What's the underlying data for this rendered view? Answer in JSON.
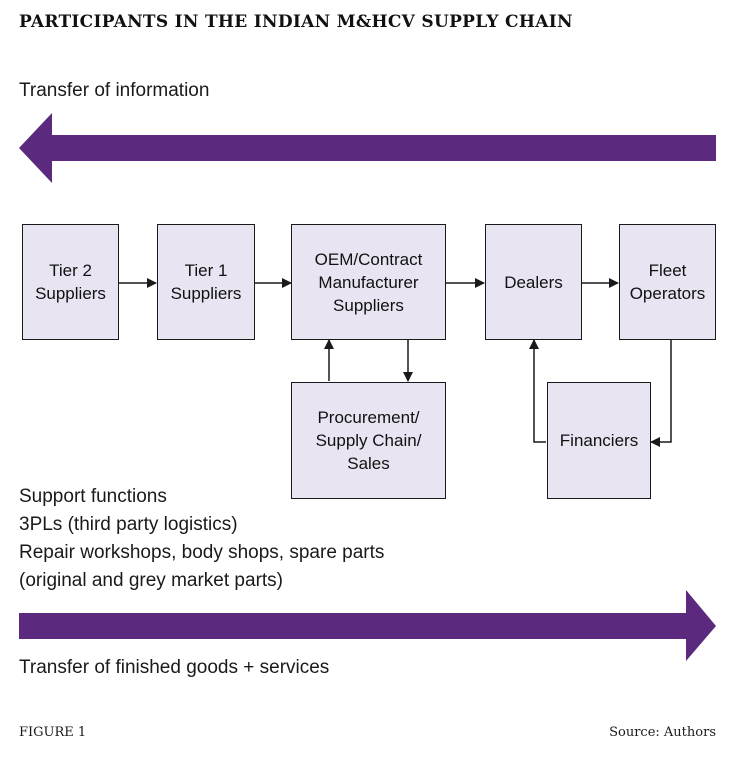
{
  "title": "PARTICIPANTS IN THE INDIAN M&HCV SUPPLY CHAIN",
  "top_flow_label": "Transfer of information",
  "bottom_flow_label": "Transfer of finished goods + services",
  "colors": {
    "arrow": "#5b2a7e",
    "box_fill": "#e8e4f2",
    "stroke": "#1a1a1a"
  },
  "nodes": {
    "tier2": "Tier 2\nSuppliers",
    "tier1": "Tier 1\nSuppliers",
    "oem": "OEM/Contract\nManufacturer\nSuppliers",
    "dealers": "Dealers",
    "fleet": "Fleet\nOperators",
    "procurement": "Procurement/\nSupply Chain/\nSales",
    "financiers": "Financiers"
  },
  "support": [
    "Support functions",
    "3PLs (third party logistics)",
    "Repair workshops, body shops, spare parts",
    "(original and grey market parts)"
  ],
  "figure_label": "FIGURE 1",
  "source": "Source: Authors"
}
